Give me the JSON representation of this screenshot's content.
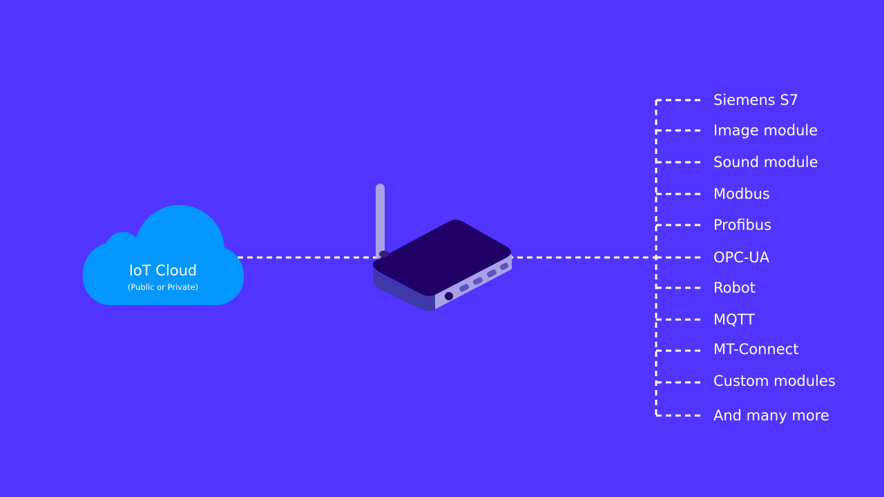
{
  "cloud": {
    "title": "IoT Cloud",
    "subtitle": "(Public or Private)"
  },
  "protocols": [
    "Siemens S7",
    "Image module",
    "Sound module",
    "Modbus",
    "Profibus",
    "OPC-UA",
    "Robot",
    "MQTT",
    "MT-Connect",
    "Custom modules",
    "And many more"
  ],
  "colors": {
    "background": "#5234FF",
    "cloud": "#0497FF",
    "gateway_top": "#1F0066",
    "gateway_side": "#3E38A8",
    "gateway_front": "#A9A2E6",
    "antenna": "#A9A2E6",
    "connector": "#FFFFFF"
  },
  "icons": {
    "cloud": "cloud-icon",
    "gateway": "router-gateway-icon"
  }
}
